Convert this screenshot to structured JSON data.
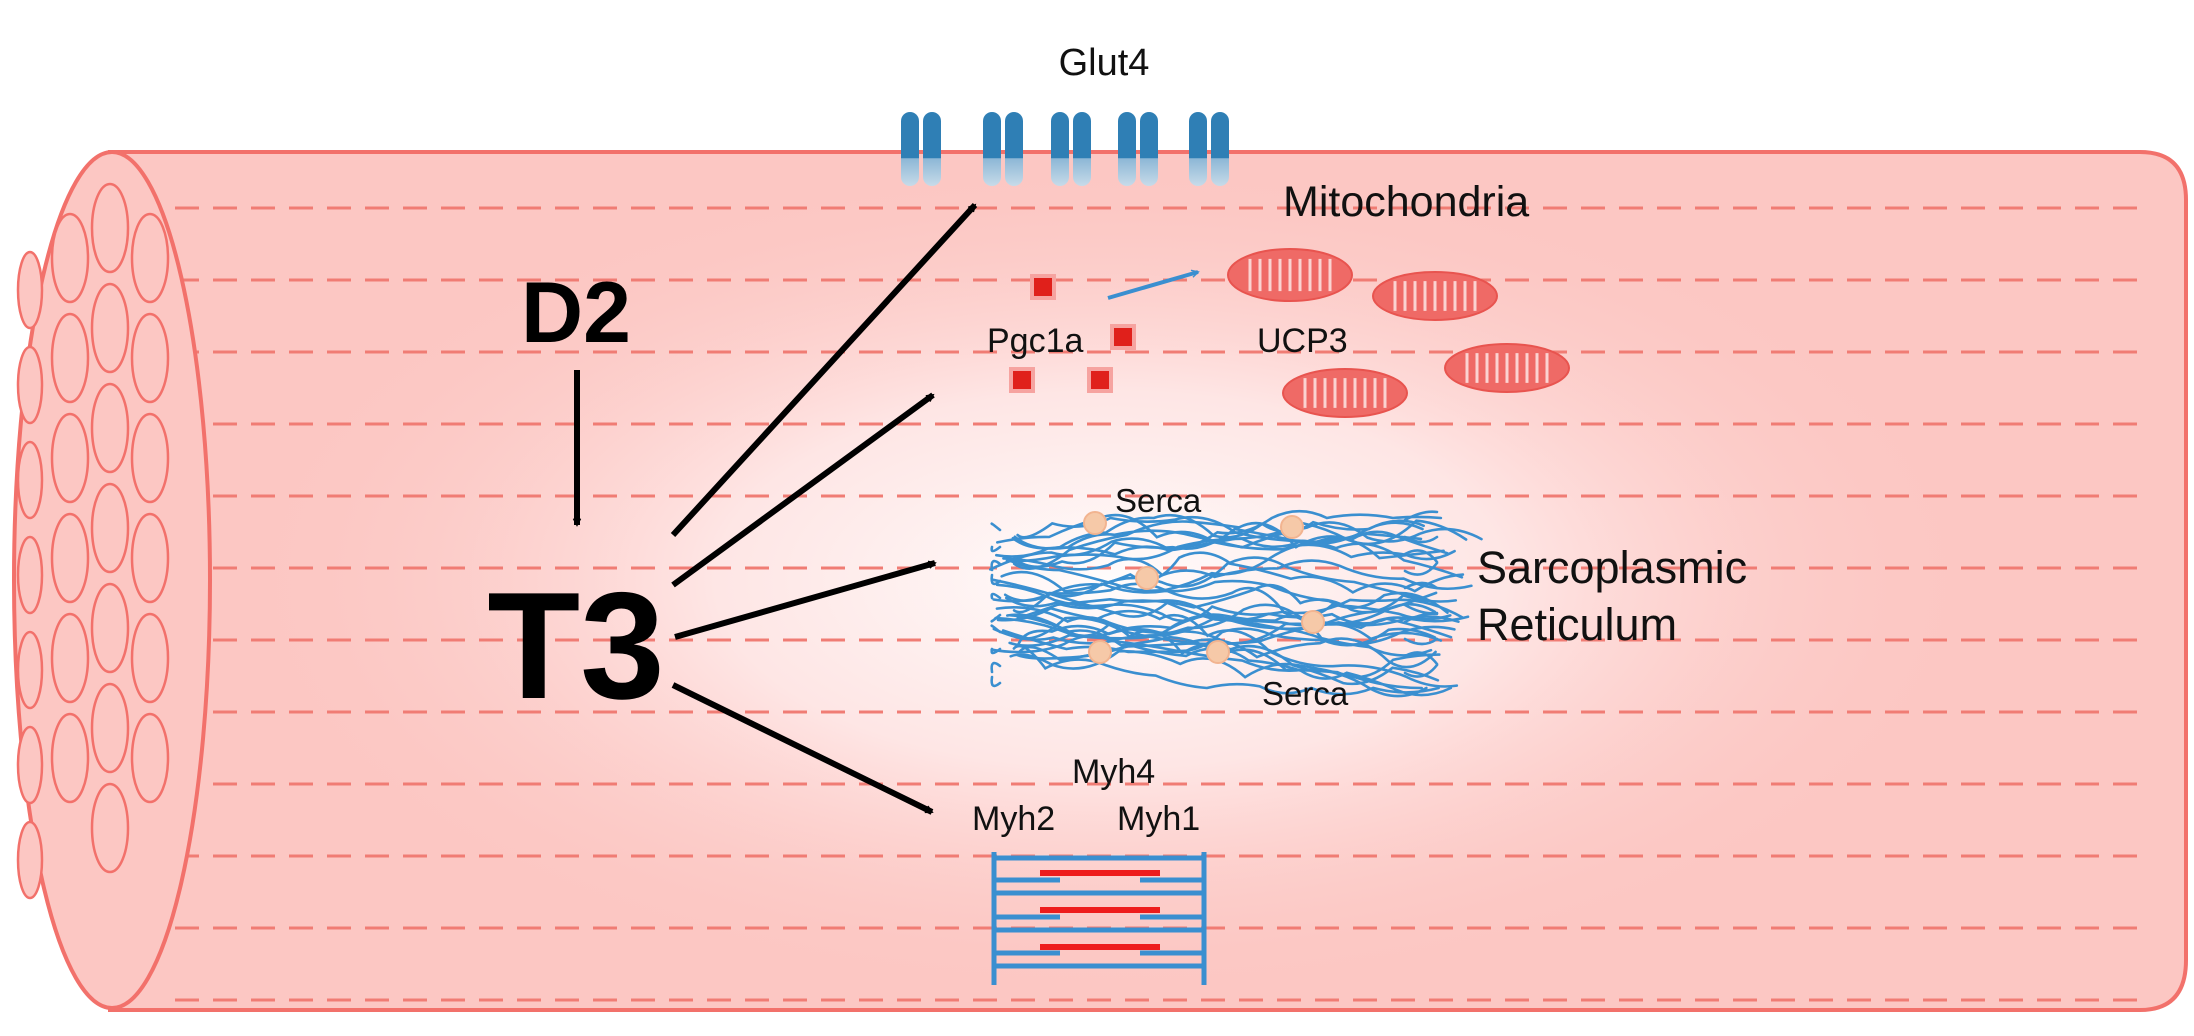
{
  "labels": {
    "d2": "D2",
    "t3": "T3",
    "glut4": "Glut4",
    "mitochondria": "Mitochondria",
    "pgc1a": "Pgc1a",
    "ucp3": "UCP3",
    "serca_top": "Serca",
    "serca_bottom": "Serca",
    "sr_line1": "Sarcoplasmic",
    "sr_line2": "Reticulum",
    "myh4": "Myh4",
    "myh2": "Myh2",
    "myh1": "Myh1"
  },
  "colors": {
    "muscle_fill": "#fcc7c3",
    "muscle_stroke": "#f2716b",
    "fiber_dash": "#f07c74",
    "glow": "#ffeeee",
    "glut4": "#2f7fb5",
    "pgc1a": "#e0201b",
    "mito": "#ef6a66",
    "reticulum": "#3a8fd0",
    "serca": "#f6c9a8",
    "sarcomere_blue": "#3a8fd0",
    "sarcomere_red": "#ee1c1c",
    "arrow": "#000000",
    "arrow_blue": "#3a8fd0"
  }
}
